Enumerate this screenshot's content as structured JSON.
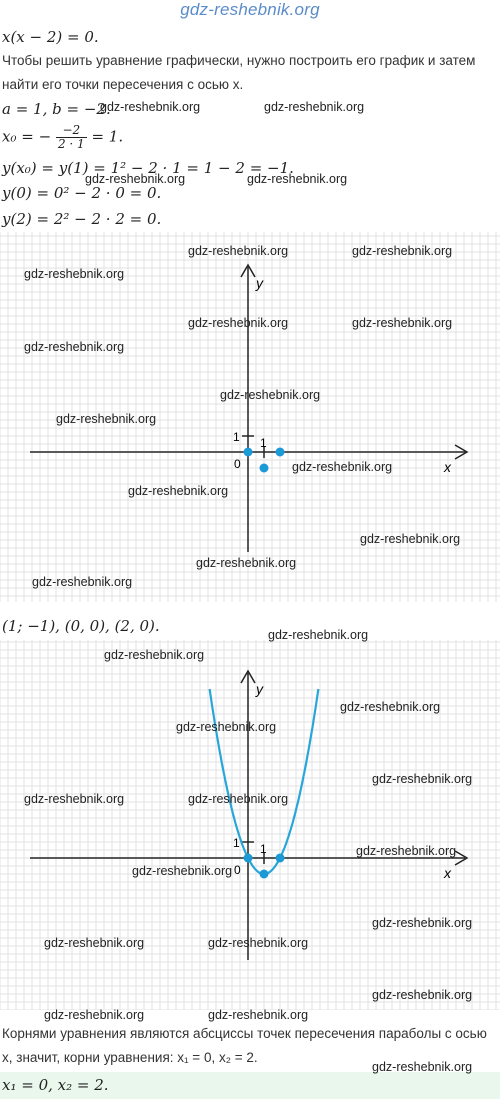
{
  "site_title": "gdz-reshebnik.org",
  "equation": "x(x − 2) = 0.",
  "intro_text_1": "Чтобы решить уравнение графически, нужно построить его график и затем",
  "intro_text_2": "найти его точки пересечения с осью x.",
  "coeffs": "a = 1,  b = −2.",
  "vertex_lhs": "x₀ = −",
  "vertex_num": "−2",
  "vertex_den": "2 · 1",
  "vertex_rhs": "= 1.",
  "y_vertex": "y(x₀) = y(1) = 1² − 2 · 1 = 1 − 2 = −1.",
  "y_zero": "y(0) = 0² − 2 · 0 = 0.",
  "y_two": "y(2) = 2² − 2 · 2 = 0.",
  "points_list": "(1; −1),  (0, 0),  (2, 0).",
  "conclusion_1": "Корнями уравнения являются абсциссы точек пересечения параболы с осью",
  "conclusion_2": "x, значит, корни уравнения: x₁ = 0, x₂ = 2.",
  "answer": "x₁ = 0, x₂ = 2.",
  "axes": {
    "x": "x",
    "y": "y",
    "origin": "0",
    "unit_x": "1",
    "unit_y": "1"
  },
  "watermark": "gdz-reshebnik.org",
  "colors": {
    "curve": "#29a6d9",
    "point": "#1b9ad6",
    "grid": "#e2e2e2",
    "axis": "#222222"
  },
  "points": [
    [
      1,
      -1
    ],
    [
      0,
      0
    ],
    [
      2,
      0
    ]
  ]
}
